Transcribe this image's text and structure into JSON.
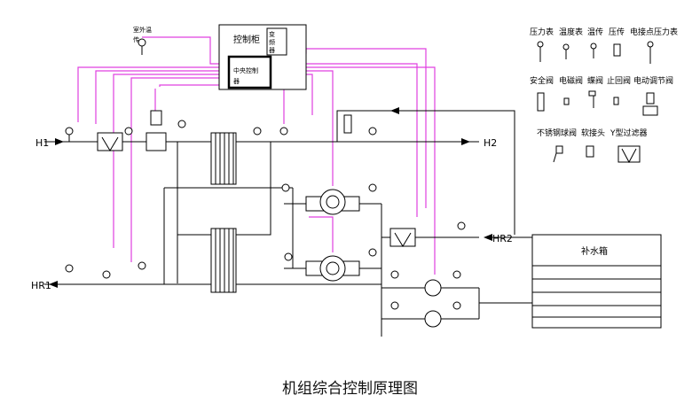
{
  "title": "机组综合控制原理图",
  "labels": {
    "h1": "H1",
    "h2": "H2",
    "hr1": "HR1",
    "hr2": "HR2",
    "outdoor_sensor_1": "室外温",
    "outdoor_sensor_2": "传",
    "cabinet": "控制柜",
    "vfd_1": "变",
    "vfd_2": "频",
    "vfd_3": "器",
    "controller_1": "中央控制",
    "controller_2": "器",
    "tank": "补水箱"
  },
  "legend": [
    {
      "label": "压力表",
      "icon": "pressure-gauge-icon"
    },
    {
      "label": "温度表",
      "icon": "thermometer-icon"
    },
    {
      "label": "温传",
      "icon": "temperature-sensor-icon"
    },
    {
      "label": "压传",
      "icon": "pressure-sensor-icon"
    },
    {
      "label": "电接点压力表",
      "icon": "contact-pressure-gauge-icon"
    },
    {
      "label": "安全阀",
      "icon": "safety-valve-icon"
    },
    {
      "label": "电磁阀",
      "icon": "solenoid-valve-icon"
    },
    {
      "label": "蝶阀",
      "icon": "butterfly-valve-icon"
    },
    {
      "label": "止回阀",
      "icon": "check-valve-icon"
    },
    {
      "label": "电动调节阀",
      "icon": "motorized-valve-icon"
    },
    {
      "label": "不锈钢球阀",
      "icon": "ball-valve-icon"
    },
    {
      "label": "软接头",
      "icon": "flexible-joint-icon"
    },
    {
      "label": "Y型过滤器",
      "icon": "y-strainer-icon"
    }
  ],
  "colors": {
    "signal": "#e040e0",
    "pipe": "#000000"
  }
}
